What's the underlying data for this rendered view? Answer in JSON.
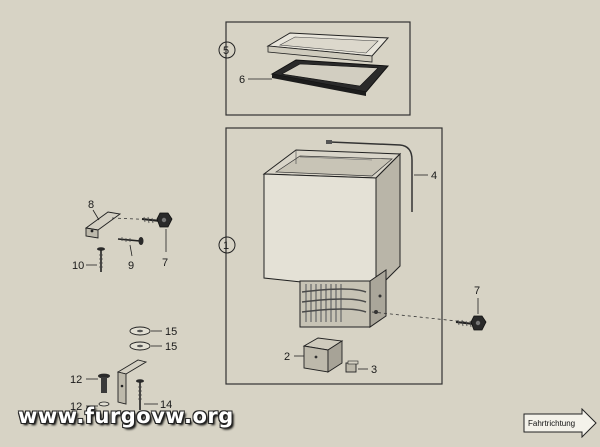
{
  "diagram": {
    "callouts": {
      "c1": "1",
      "c2": "2",
      "c3": "3",
      "c4": "4",
      "c5": "5",
      "c6": "6",
      "c7a": "7",
      "c7b": "7",
      "c8": "8",
      "c9": "9",
      "c10": "10",
      "c12a": "12",
      "c12b": "12",
      "c14": "14",
      "c15a": "15",
      "c15b": "15"
    },
    "direction_label": "Fahrtrichtung"
  },
  "watermark": "www.furgovw.org",
  "colors": {
    "paper": "#d7d3c5",
    "ink": "#1a1a1a",
    "cabinet": "#e4e1d6",
    "cabinet_shade": "#b9b5a8",
    "coil": "#8a8a8a"
  }
}
